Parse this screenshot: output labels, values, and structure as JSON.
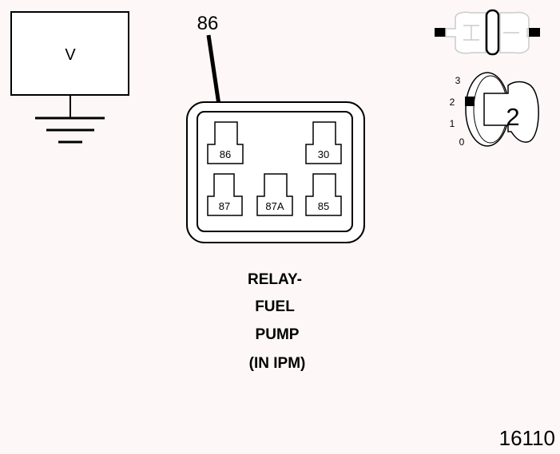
{
  "meter": {
    "label": "V"
  },
  "pointer": {
    "label": "86"
  },
  "relay": {
    "terminals": {
      "t86": "86",
      "t30": "30",
      "t87": "87",
      "t87a": "87A",
      "t85": "85"
    },
    "caption": [
      "RELAY-",
      "FUEL",
      "PUMP",
      "(IN IPM)"
    ]
  },
  "ignition": {
    "positions": [
      "3",
      "2",
      "1",
      "0"
    ],
    "selected_position": "2",
    "key_label": "2"
  },
  "figure_number": "16110",
  "colors": {
    "background": "#fdf7f7",
    "line": "#000000",
    "connector_fill": "#ffffff",
    "connector_stroke": "#bbbbbb"
  }
}
